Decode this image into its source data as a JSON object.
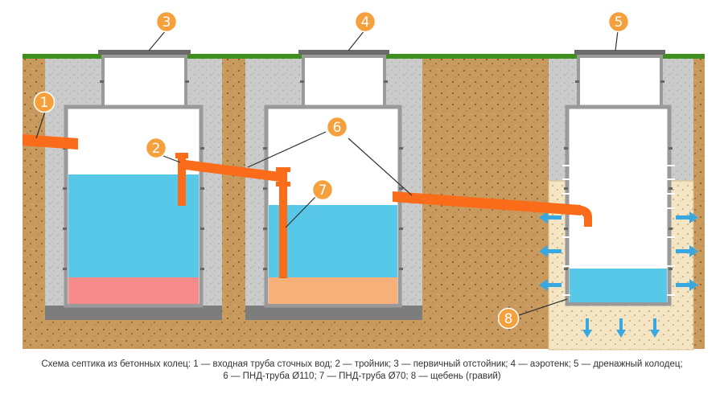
{
  "colors": {
    "soil": "#c99a5e",
    "grass": "#3f8f1f",
    "concrete": "#cbcbcb",
    "ring": "#9a9a9a",
    "water": "#58c8e8",
    "sludge_primary": "#f78a8a",
    "sludge_aero": "#f7b07a",
    "pipe": "#fa6b1a",
    "callout": "#f5a03c",
    "gravel": "#f4e6c4",
    "arrow": "#3aa8e0",
    "lid": "#6a6a6a"
  },
  "callouts": [
    {
      "id": "1",
      "label": "1"
    },
    {
      "id": "2",
      "label": "2"
    },
    {
      "id": "3",
      "label": "3"
    },
    {
      "id": "4",
      "label": "4"
    },
    {
      "id": "5",
      "label": "5"
    },
    {
      "id": "6",
      "label": "6"
    },
    {
      "id": "7",
      "label": "7"
    },
    {
      "id": "8",
      "label": "8"
    }
  ],
  "caption": {
    "line1": "Схема септика из бетонных колец: 1 — входная труба сточных вод; 2 — тройник; 3 — первичный отстойник; 4 — аэротенк; 5 — дренажный колодец;",
    "line2": "6 — ПНД-труба Ø110; 7 — ПНД-труба Ø70; 8 — щебень (гравий)"
  }
}
